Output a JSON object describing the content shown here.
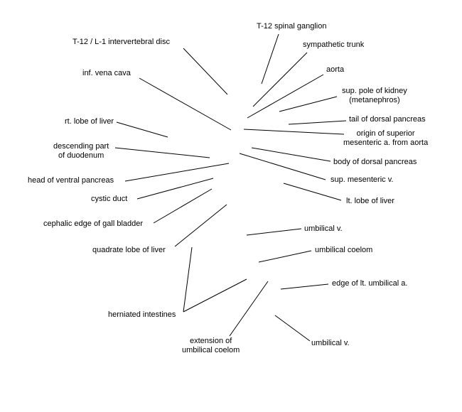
{
  "labels": {
    "t12_spinal_ganglion": "T-12 spinal ganglion",
    "t12_l1_disc": "T-12 / L-1 intervertebral disc",
    "sympathetic_trunk": "sympathetic trunk",
    "aorta": "aorta",
    "inf_vena_cava": "inf. vena cava",
    "sup_pole_kidney_1": "sup. pole of kidney",
    "sup_pole_kidney_2": "(metanephros)",
    "tail_dorsal_pancreas": "tail of dorsal pancreas",
    "rt_lobe_liver": "rt. lobe of liver",
    "origin_sma_1": "origin of superior",
    "origin_sma_2": "mesenteric a. from aorta",
    "descending_duodenum_1": "descending part",
    "descending_duodenum_2": "of duodenum",
    "body_dorsal_pancreas": "body of dorsal pancreas",
    "head_ventral_pancreas": "head of ventral pancreas",
    "sup_mesenteric_v": "sup. mesenteric v.",
    "cystic_duct": "cystic duct",
    "lt_lobe_liver": "lt. lobe of liver",
    "cephalic_gall_bladder": "cephalic edge of gall bladder",
    "umbilical_v_upper": "umbilical v.",
    "quadrate_lobe_liver": "quadrate lobe of liver",
    "umbilical_coelom": "umbilical coelom",
    "edge_lt_umbilical_a": "edge of lt. umbilical a.",
    "herniated_intestines": "herniated intestines",
    "extension_coelom_1": "extension of",
    "extension_coelom_2": "umbilical coelom",
    "umbilical_v_lower": "umbilical v."
  }
}
